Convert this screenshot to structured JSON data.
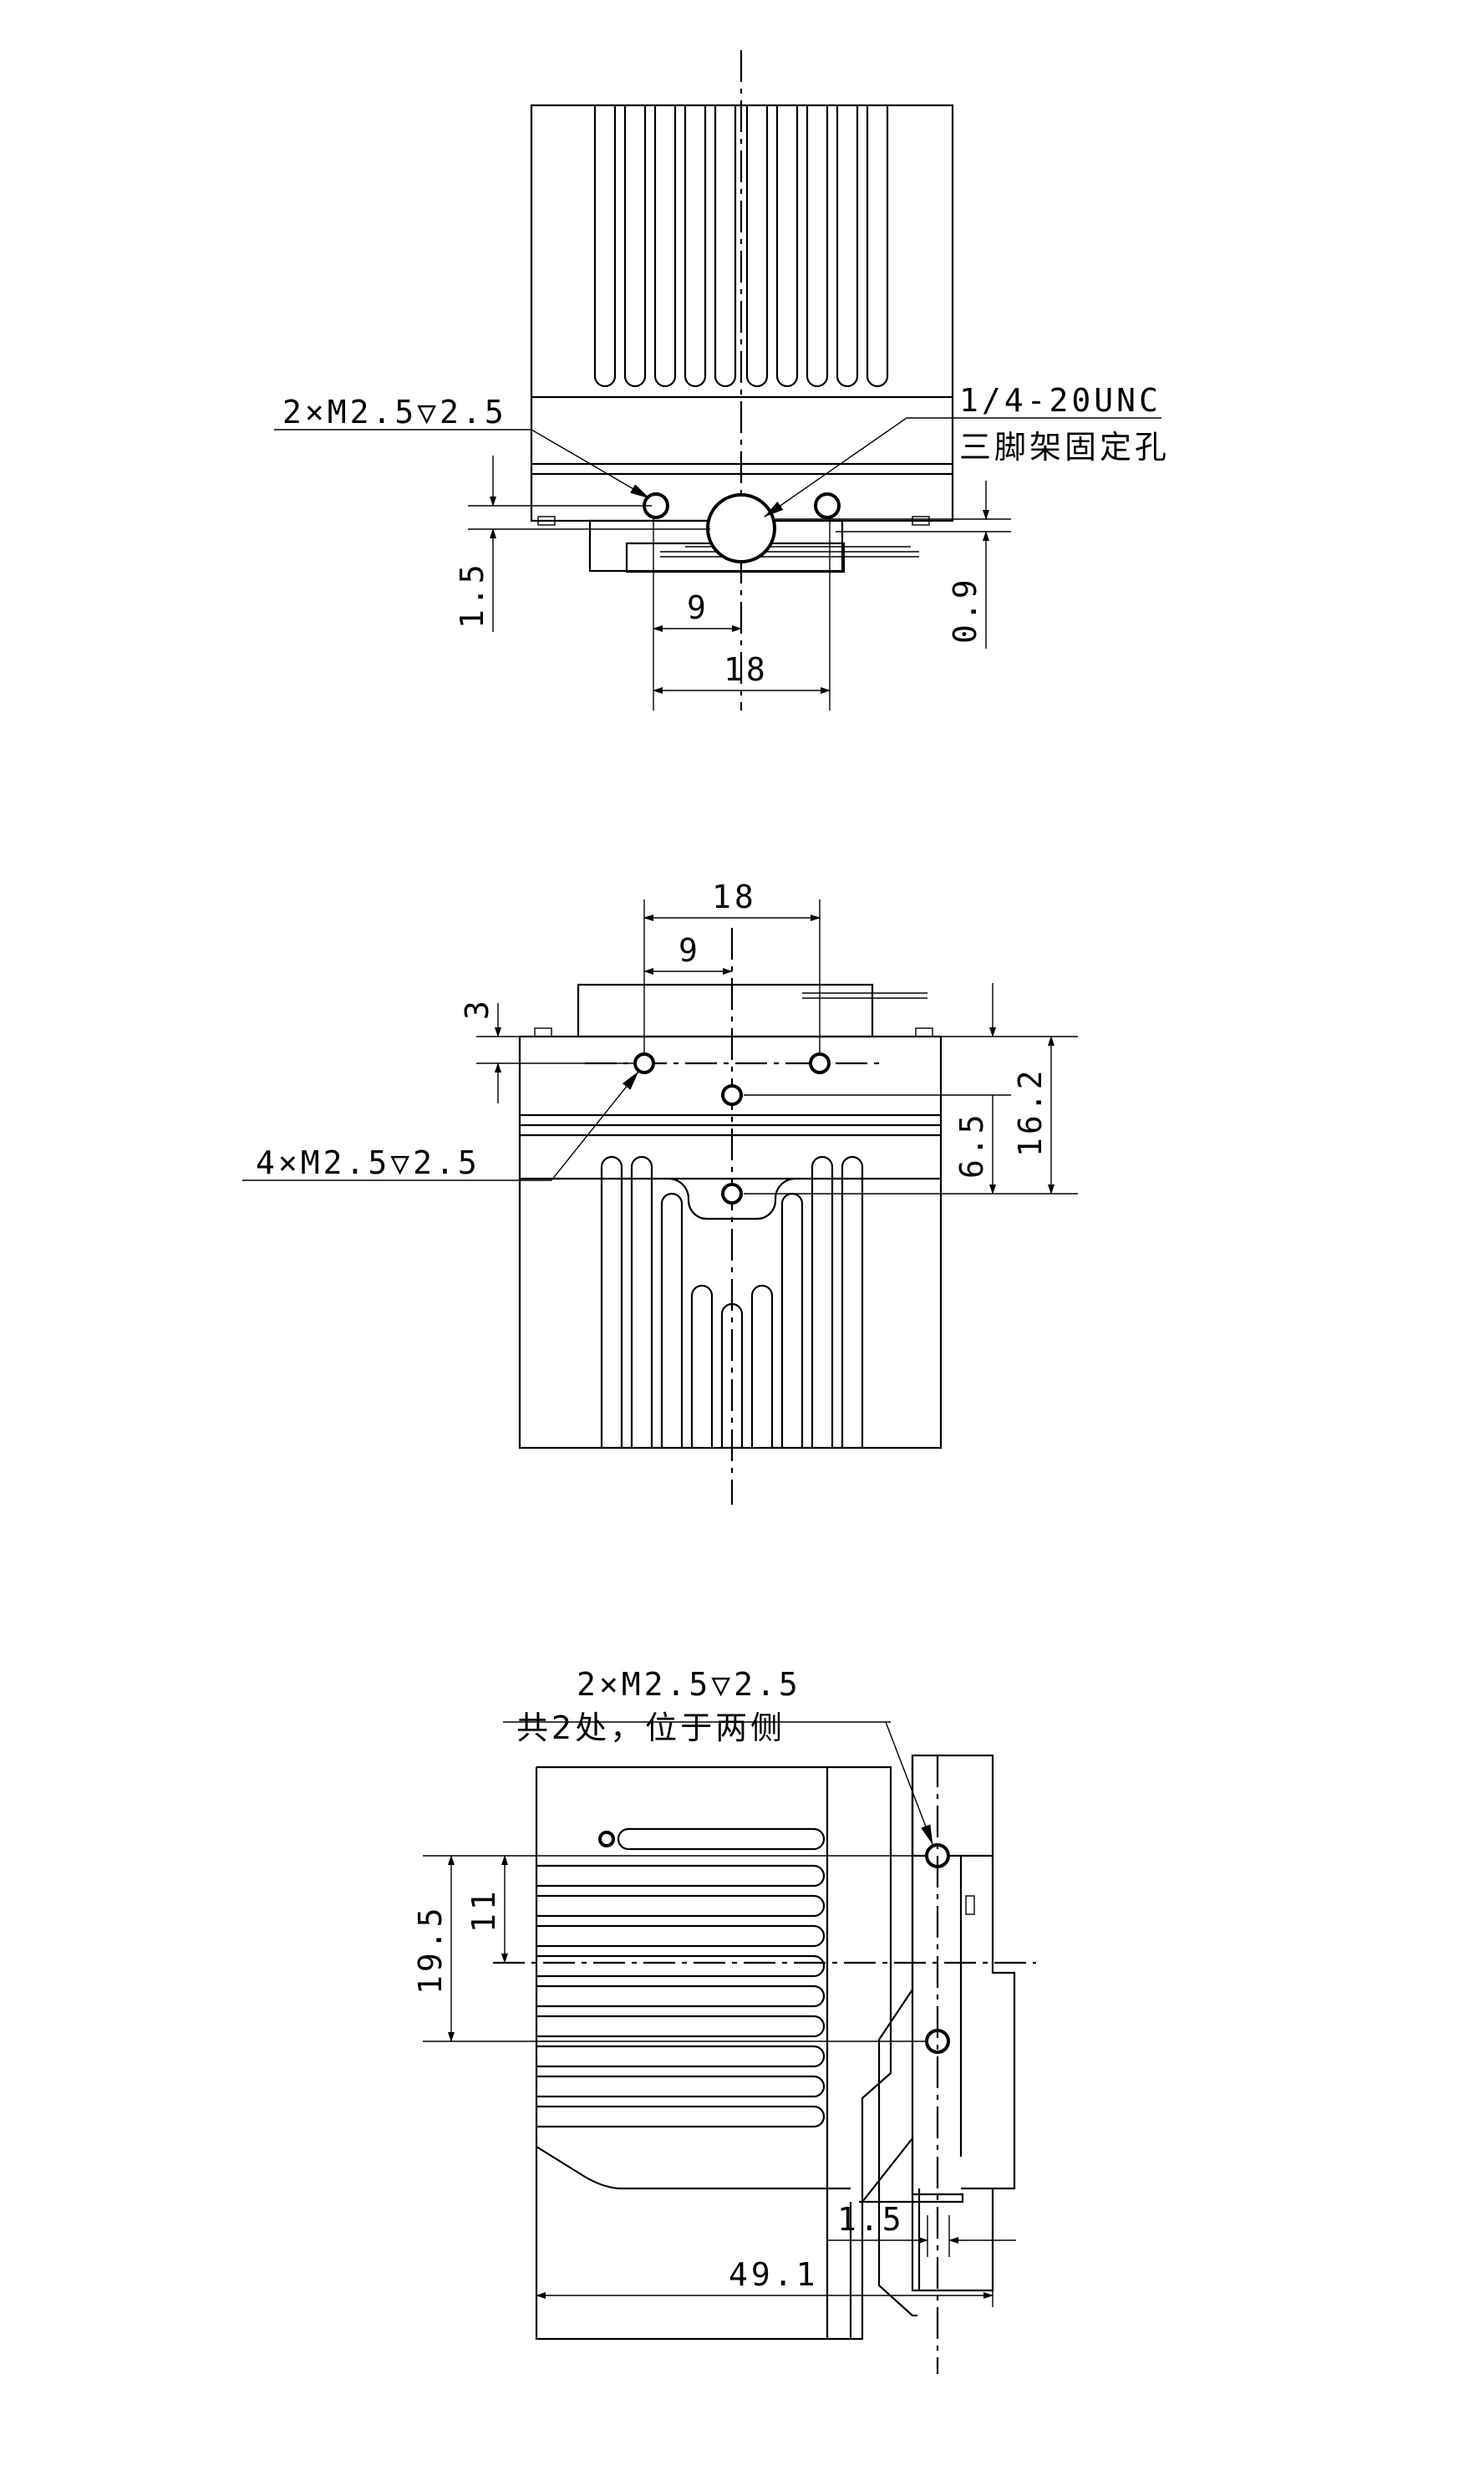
{
  "top_view": {
    "thread_callout": "2×M2.5▽2.5",
    "tripod_thread": "1/4-20UNC",
    "tripod_label": "三脚架固定孔",
    "dims": {
      "left_offset": "1.5",
      "half_pitch": "9",
      "pitch": "18",
      "right_offset": "0.9"
    }
  },
  "middle_view": {
    "thread_callout": "4×M2.5▽2.5",
    "dims": {
      "pitch": "18",
      "half_pitch": "9",
      "top_offset": "3",
      "row_gap": "6.5",
      "height": "16.2"
    }
  },
  "side_view": {
    "thread_callout": "2×M2.5▽2.5",
    "location_note": "共2处，位于两侧",
    "dims": {
      "outer": "19.5",
      "inner": "11",
      "flange": "1.5",
      "length": "49.1"
    }
  }
}
